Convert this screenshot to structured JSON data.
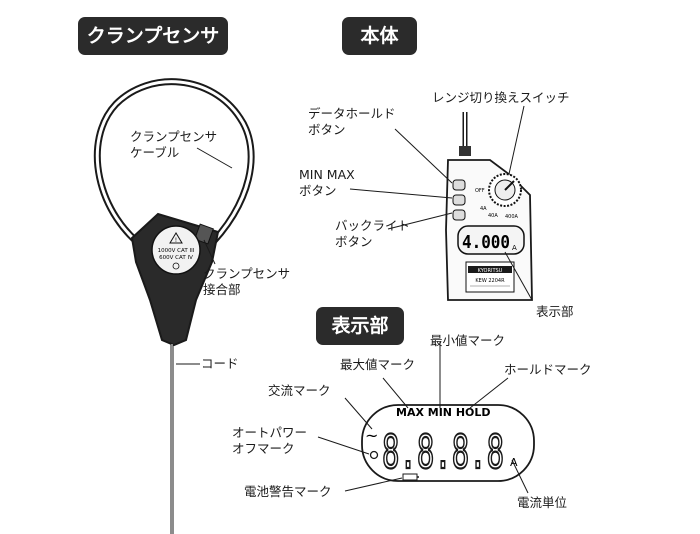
{
  "sections": {
    "sensor_title": "クランプセンサ",
    "body_title": "本体",
    "display_title": "表示部"
  },
  "sensor": {
    "cable_label_line1": "クランプセンサ",
    "cable_label_line2": "ケーブル",
    "joint_label_line1": "クランプセンサ",
    "joint_label_line2": "接合部",
    "cord_label": "コード",
    "rating_line1": "1000V CAT III",
    "rating_line2": "600V CAT IV"
  },
  "body": {
    "data_hold_line1": "データホールド",
    "data_hold_line2": "ボタン",
    "minmax_line1": "MIN MAX",
    "minmax_line2": "ボタン",
    "backlight_line1": "バックライト",
    "backlight_line2": "ボタン",
    "range_switch_label": "レンジ切り換えスイッチ",
    "display_part_label": "表示部",
    "lcd_reading": "4.000",
    "lcd_unit": "A",
    "dial_off": "OFF",
    "dial_4a": "4A",
    "dial_40a": "40A",
    "dial_400a": "400A",
    "brand": "KYORITSU",
    "model": "KEW 2204R"
  },
  "display": {
    "max_mark": "最大値マーク",
    "min_mark": "最小値マーク",
    "hold_mark": "ホールドマーク",
    "ac_mark": "交流マーク",
    "auto_power_off_line1": "オートパワー",
    "auto_power_off_line2": "オフマーク",
    "battery_mark": "電池警告マーク",
    "current_unit": "電流単位",
    "lcd_indicators": "MAX MIN HOLD",
    "lcd_digits": "8.8.8.8",
    "lcd_ac_symbol": "~",
    "lcd_unit": "A"
  }
}
